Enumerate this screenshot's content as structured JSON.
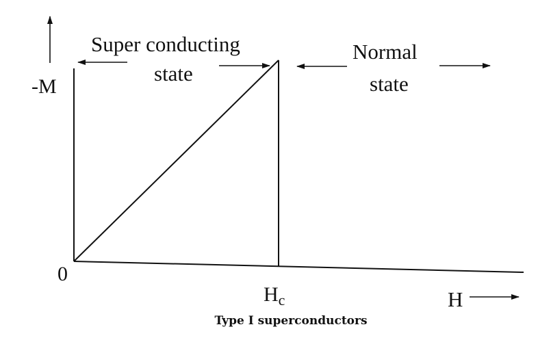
{
  "figure": {
    "caption": "Type I superconductors",
    "y_axis_label": "-M",
    "x_axis_label": "H",
    "origin_label": "0",
    "critical_field_label": {
      "base": "H",
      "subscript": "c"
    },
    "regions": {
      "superconducting_line1": "Super conducting",
      "superconducting_line2": "state",
      "normal_line1": "Normal",
      "normal_line2": "state"
    },
    "colors": {
      "ink": "#111111",
      "background": "#ffffff"
    }
  }
}
